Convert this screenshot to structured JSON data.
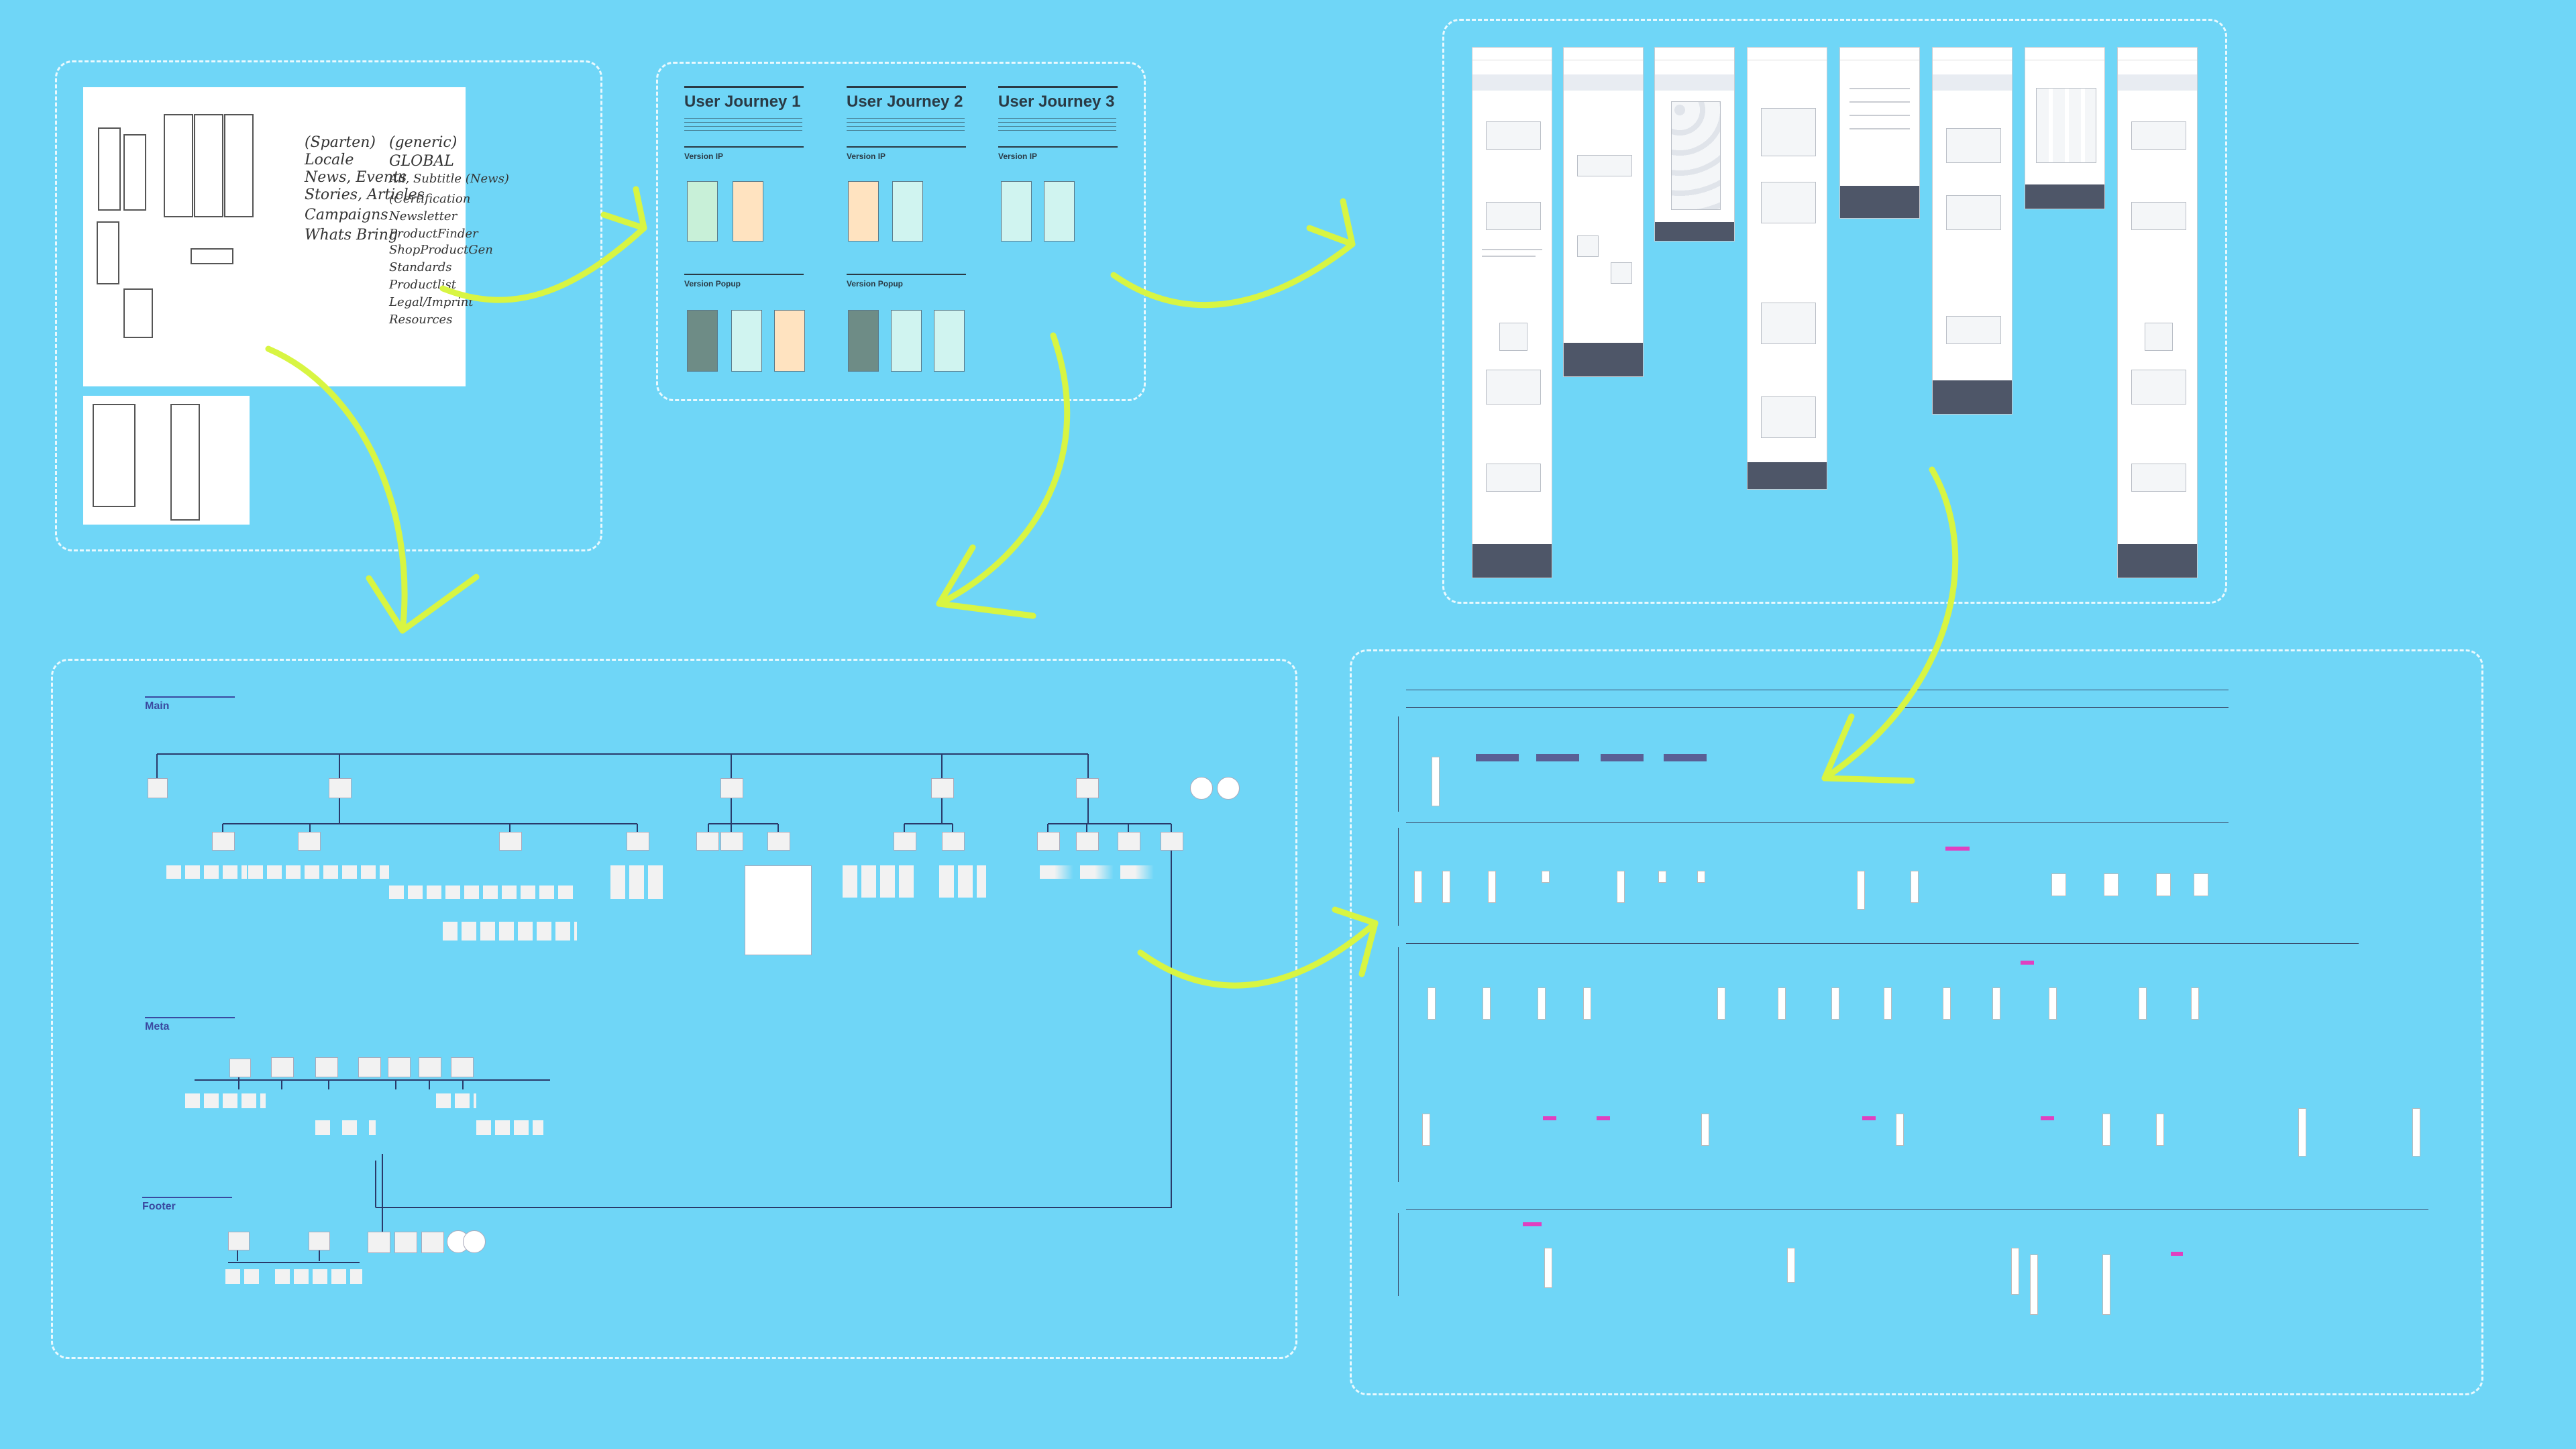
{
  "journeys": [
    {
      "title": "User Journey 1",
      "version_a": "Version IP",
      "version_b": "Version Popup"
    },
    {
      "title": "User Journey 2",
      "version_a": "Version IP",
      "version_b": "Version Popup"
    },
    {
      "title": "User Journey 3",
      "version_a": "Version IP"
    }
  ],
  "sitemap": {
    "main_label": "Main",
    "meta_label": "Meta",
    "footer_label": "Footer"
  },
  "sketch_notes": [
    "(Sparten)",
    "Locale",
    "News, Events",
    "Stories, Articles",
    "Campaigns",
    "Whats Bring",
    "(generic)",
    "GLOBAL",
    "All, Subtitle (News)",
    "(Certification",
    "Newsletter",
    "ProductFinder",
    "ShopProductGen",
    "Standards",
    "Productlist",
    "Legal/Imprint",
    "Resources"
  ],
  "colors": {
    "background": "#6fd6f7",
    "arrow": "#d8f542",
    "frame_border": "#ffffff",
    "ip_green": "#c8f0d8",
    "ip_orange": "#ffe3c0",
    "popup_dark": "#6e8c86",
    "label_blue": "#3a4aa0",
    "wire_footer": "#4e5668",
    "bar_purple": "#5a5f95",
    "pink_tag": "#e040c0"
  }
}
